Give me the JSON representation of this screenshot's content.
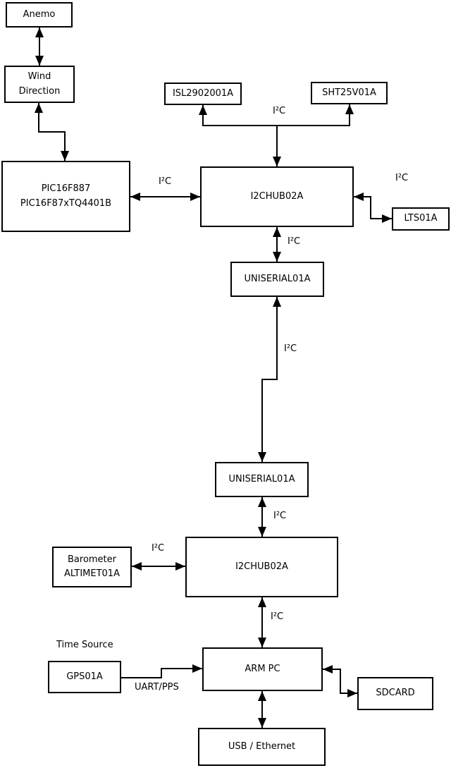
{
  "diagram": {
    "nodes": [
      {
        "id": "anemo",
        "label": "Anemo"
      },
      {
        "id": "wind-direction",
        "label": "Wind\nDirection"
      },
      {
        "id": "pic",
        "label": "PIC16F887\nPIC16F87xTQ4401B"
      },
      {
        "id": "isl",
        "label": "ISL2902001A"
      },
      {
        "id": "sht",
        "label": "SHT25V01A"
      },
      {
        "id": "i2chub-top",
        "label": "I2CHUB02A"
      },
      {
        "id": "lts",
        "label": "LTS01A"
      },
      {
        "id": "uniserial-upper",
        "label": "UNISERIAL01A"
      },
      {
        "id": "uniserial-lower",
        "label": "UNISERIAL01A"
      },
      {
        "id": "barometer",
        "label": "Barometer\nALTIMET01A"
      },
      {
        "id": "i2chub-bottom",
        "label": "I2CHUB02A"
      },
      {
        "id": "gps",
        "label": "GPS01A"
      },
      {
        "id": "arm-pc",
        "label": "ARM PC"
      },
      {
        "id": "sdcard",
        "label": "SDCARD"
      },
      {
        "id": "usb-ethernet",
        "label": "USB / Ethernet"
      }
    ],
    "labels": [
      {
        "id": "i2c-isl-sht",
        "text": "I²C"
      },
      {
        "id": "i2c-pic-hub",
        "text": "I²C"
      },
      {
        "id": "i2c-hub-lts",
        "text": "I²C"
      },
      {
        "id": "i2c-hub-uniserial",
        "text": "I²C"
      },
      {
        "id": "i2c-uniserial-link",
        "text": "I²C"
      },
      {
        "id": "i2c-uniserial-hub2",
        "text": "I²C"
      },
      {
        "id": "i2c-barometer-hub2",
        "text": "I²C"
      },
      {
        "id": "i2c-hub2-armpc",
        "text": "I²C"
      },
      {
        "id": "time-source",
        "text": "Time Source"
      },
      {
        "id": "uart-pps",
        "text": "UART/PPS"
      }
    ],
    "edges": [
      {
        "from": "Anemo",
        "to": "Wind Direction",
        "bidirectional": true
      },
      {
        "from": "Wind Direction",
        "to": "PIC16F887 PIC16F87xTQ4401B",
        "bidirectional": true
      },
      {
        "from": "PIC16F887 PIC16F87xTQ4401B",
        "to": "I2CHUB02A (top)",
        "label": "I²C",
        "bidirectional": true
      },
      {
        "from": "I2CHUB02A (top)",
        "to": "ISL2902001A",
        "label": "I²C",
        "bidirectional": false
      },
      {
        "from": "I2CHUB02A (top)",
        "to": "SHT25V01A",
        "label": "I²C",
        "bidirectional": false
      },
      {
        "from": "I2CHUB02A (top)",
        "to": "LTS01A",
        "label": "I²C",
        "bidirectional": true
      },
      {
        "from": "I2CHUB02A (top)",
        "to": "UNISERIAL01A (upper)",
        "label": "I²C",
        "bidirectional": true
      },
      {
        "from": "UNISERIAL01A (upper)",
        "to": "UNISERIAL01A (lower)",
        "label": "I²C",
        "bidirectional": true
      },
      {
        "from": "UNISERIAL01A (lower)",
        "to": "I2CHUB02A (bottom)",
        "label": "I²C",
        "bidirectional": true
      },
      {
        "from": "Barometer ALTIMET01A",
        "to": "I2CHUB02A (bottom)",
        "label": "I²C",
        "bidirectional": true
      },
      {
        "from": "I2CHUB02A (bottom)",
        "to": "ARM PC",
        "label": "I²C",
        "bidirectional": true
      },
      {
        "from": "GPS01A",
        "to": "ARM PC",
        "label": "UART/PPS",
        "bidirectional": false
      },
      {
        "from": "ARM PC",
        "to": "SDCARD",
        "bidirectional": true
      },
      {
        "from": "ARM PC",
        "to": "USB / Ethernet",
        "bidirectional": true
      }
    ],
    "colors": {
      "stroke": "#000000",
      "fill": "#ffffff",
      "text": "#000000"
    }
  }
}
